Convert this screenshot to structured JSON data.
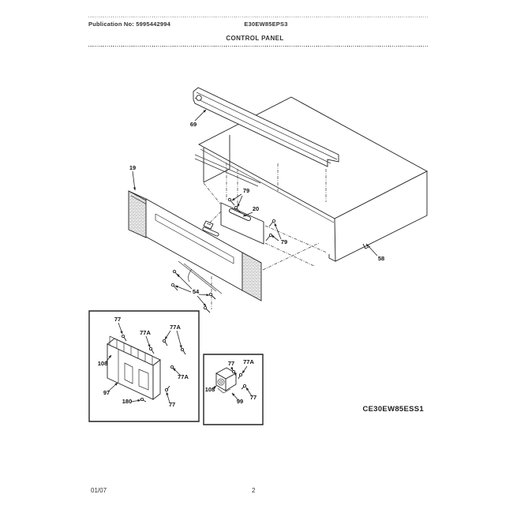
{
  "header": {
    "publication_no": "Publication No: 5995442994",
    "model_no": "E30EW85EPS3",
    "title": "CONTROL PANEL"
  },
  "diagram_code": "CE30EW85ESS1",
  "footer": {
    "date": "01/07",
    "page_no": "2"
  },
  "colors": {
    "ink": "#222222",
    "paper": "#ffffff"
  },
  "part_labels": [
    {
      "text": "69"
    },
    {
      "text": "19"
    },
    {
      "text": "79"
    },
    {
      "text": "20"
    },
    {
      "text": "79"
    },
    {
      "text": "58"
    },
    {
      "text": "54"
    },
    {
      "text": "77"
    },
    {
      "text": "77A"
    },
    {
      "text": "77A"
    },
    {
      "text": "108"
    },
    {
      "text": "77A"
    },
    {
      "text": "97"
    },
    {
      "text": "180"
    },
    {
      "text": "77"
    },
    {
      "text": "77"
    },
    {
      "text": "77A"
    },
    {
      "text": "108"
    },
    {
      "text": "99"
    },
    {
      "text": "77"
    }
  ]
}
